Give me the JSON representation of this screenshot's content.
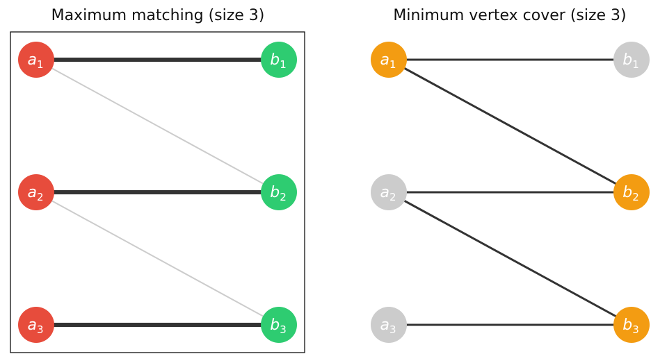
{
  "panels": [
    {
      "title": "Maximum matching (size 3)",
      "framed": true,
      "left_nodes": [
        {
          "id": "a1",
          "letter": "a",
          "sub": "1",
          "color": "#e74c3c"
        },
        {
          "id": "a2",
          "letter": "a",
          "sub": "2",
          "color": "#e74c3c"
        },
        {
          "id": "a3",
          "letter": "a",
          "sub": "3",
          "color": "#e74c3c"
        }
      ],
      "right_nodes": [
        {
          "id": "b1",
          "letter": "b",
          "sub": "1",
          "color": "#2ecc71"
        },
        {
          "id": "b2",
          "letter": "b",
          "sub": "2",
          "color": "#2ecc71"
        },
        {
          "id": "b3",
          "letter": "b",
          "sub": "3",
          "color": "#2ecc71"
        }
      ],
      "edges": [
        {
          "from": "a1",
          "to": "b1",
          "style": "matched"
        },
        {
          "from": "a1",
          "to": "b2",
          "style": "unmatched"
        },
        {
          "from": "a2",
          "to": "b2",
          "style": "matched"
        },
        {
          "from": "a2",
          "to": "b3",
          "style": "unmatched"
        },
        {
          "from": "a3",
          "to": "b3",
          "style": "matched"
        }
      ]
    },
    {
      "title": "Minimum vertex cover (size 3)",
      "framed": false,
      "left_nodes": [
        {
          "id": "a1",
          "letter": "a",
          "sub": "1",
          "color": "#f39c12"
        },
        {
          "id": "a2",
          "letter": "a",
          "sub": "2",
          "color": "#cccccc"
        },
        {
          "id": "a3",
          "letter": "a",
          "sub": "3",
          "color": "#cccccc"
        }
      ],
      "right_nodes": [
        {
          "id": "b1",
          "letter": "b",
          "sub": "1",
          "color": "#cccccc"
        },
        {
          "id": "b2",
          "letter": "b",
          "sub": "2",
          "color": "#f39c12"
        },
        {
          "id": "b3",
          "letter": "b",
          "sub": "3",
          "color": "#f39c12"
        }
      ],
      "edges": [
        {
          "from": "a1",
          "to": "b1",
          "style": "normal"
        },
        {
          "from": "a1",
          "to": "b2",
          "style": "normal"
        },
        {
          "from": "a2",
          "to": "b2",
          "style": "normal"
        },
        {
          "from": "a2",
          "to": "b3",
          "style": "normal"
        },
        {
          "from": "a3",
          "to": "b3",
          "style": "normal"
        }
      ]
    }
  ],
  "colors": {
    "matched_edge": "#333333",
    "unmatched_edge": "#cccccc",
    "normal_edge": "#333333",
    "frame": "#111111"
  }
}
